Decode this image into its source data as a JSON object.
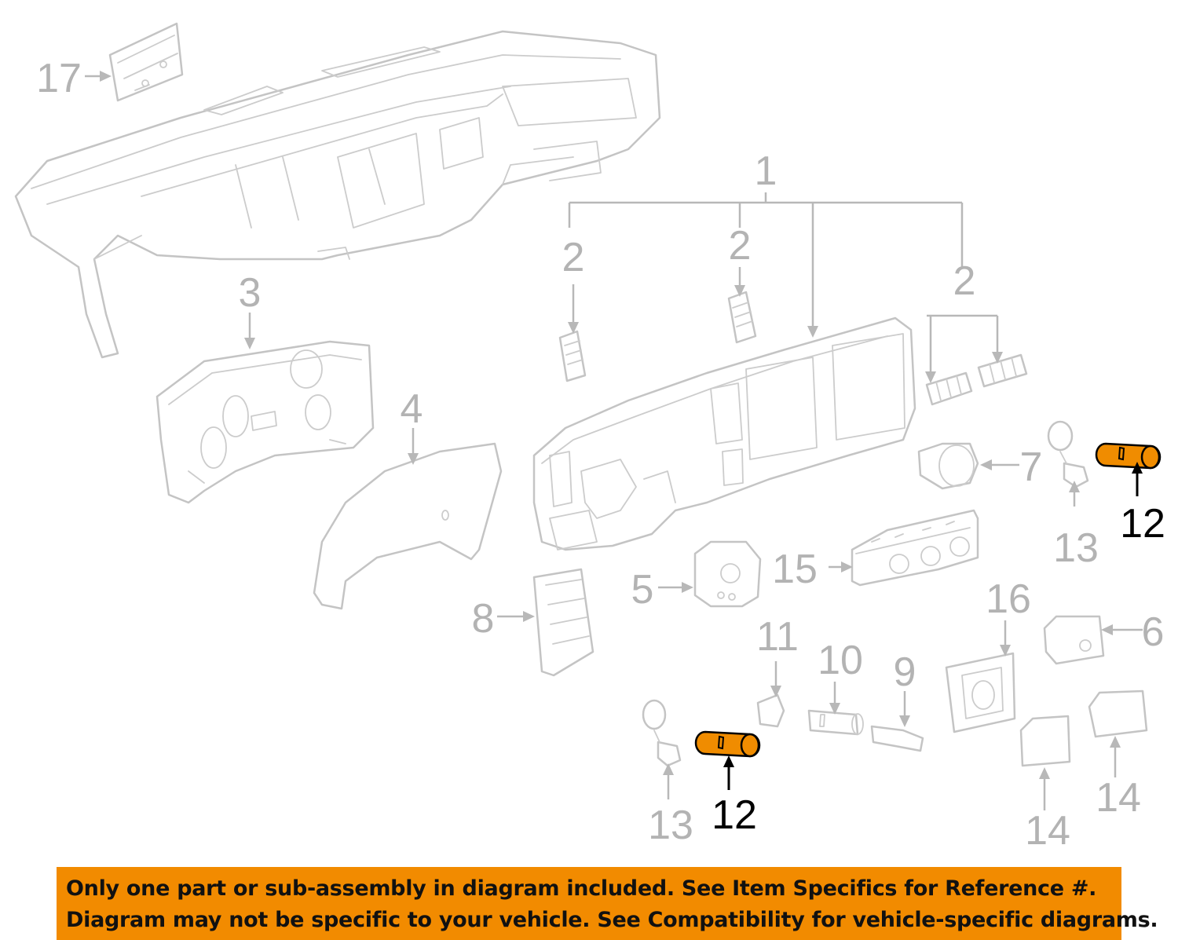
{
  "callouts": {
    "c1": "1",
    "c2a": "2",
    "c2b": "2",
    "c2c": "2",
    "c3": "3",
    "c4": "4",
    "c5": "5",
    "c6": "6",
    "c7": "7",
    "c8": "8",
    "c9": "9",
    "c10": "10",
    "c11": "11",
    "c12a": "12",
    "c12b": "12",
    "c13a": "13",
    "c13b": "13",
    "c14a": "14",
    "c14b": "14",
    "c15": "15",
    "c16": "16",
    "c17": "17"
  },
  "notice": {
    "line1": "Only one part or sub-assembly in diagram included. See Item Specifics for Reference #.",
    "line2": "Diagram may not be specific to your vehicle. See Compatibility for vehicle-specific diagrams."
  },
  "colors": {
    "highlight": "#f08c00",
    "notice_bg": "#f28b00",
    "linework": "#c4c4c4"
  }
}
